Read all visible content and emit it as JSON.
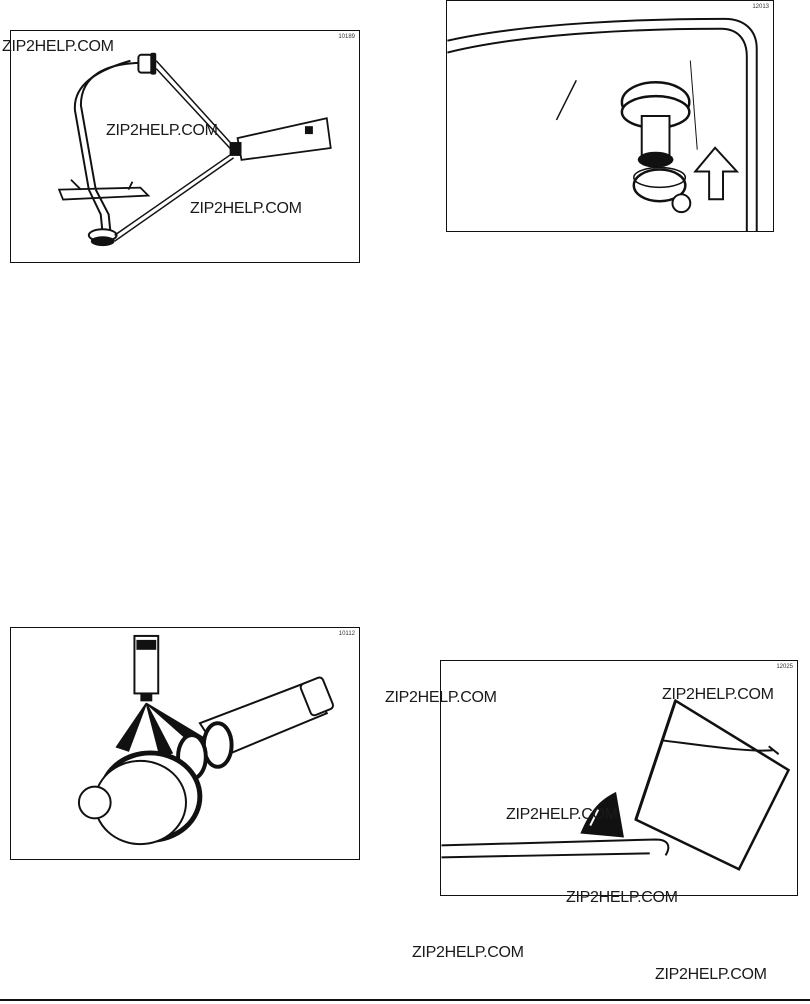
{
  "figures": {
    "fig1": {
      "id": "10189"
    },
    "fig2": {
      "id": "12013"
    },
    "fig3": {
      "id": "10112"
    },
    "fig4": {
      "id": "12025"
    }
  },
  "watermarks": [
    "ZIP2HELP.COM",
    "ZIP2HELP.COM",
    "ZIP2HELP.COM",
    "ZIP2HELP.COM",
    "ZIP2HELP.COM",
    "ZIP2HELP.COM",
    "ZIP2HELP.COM",
    "ZIP2HELP.COM",
    "ZIP2HELP.COM"
  ],
  "colors": {
    "ink": "#111111",
    "paper": "#ffffff"
  }
}
